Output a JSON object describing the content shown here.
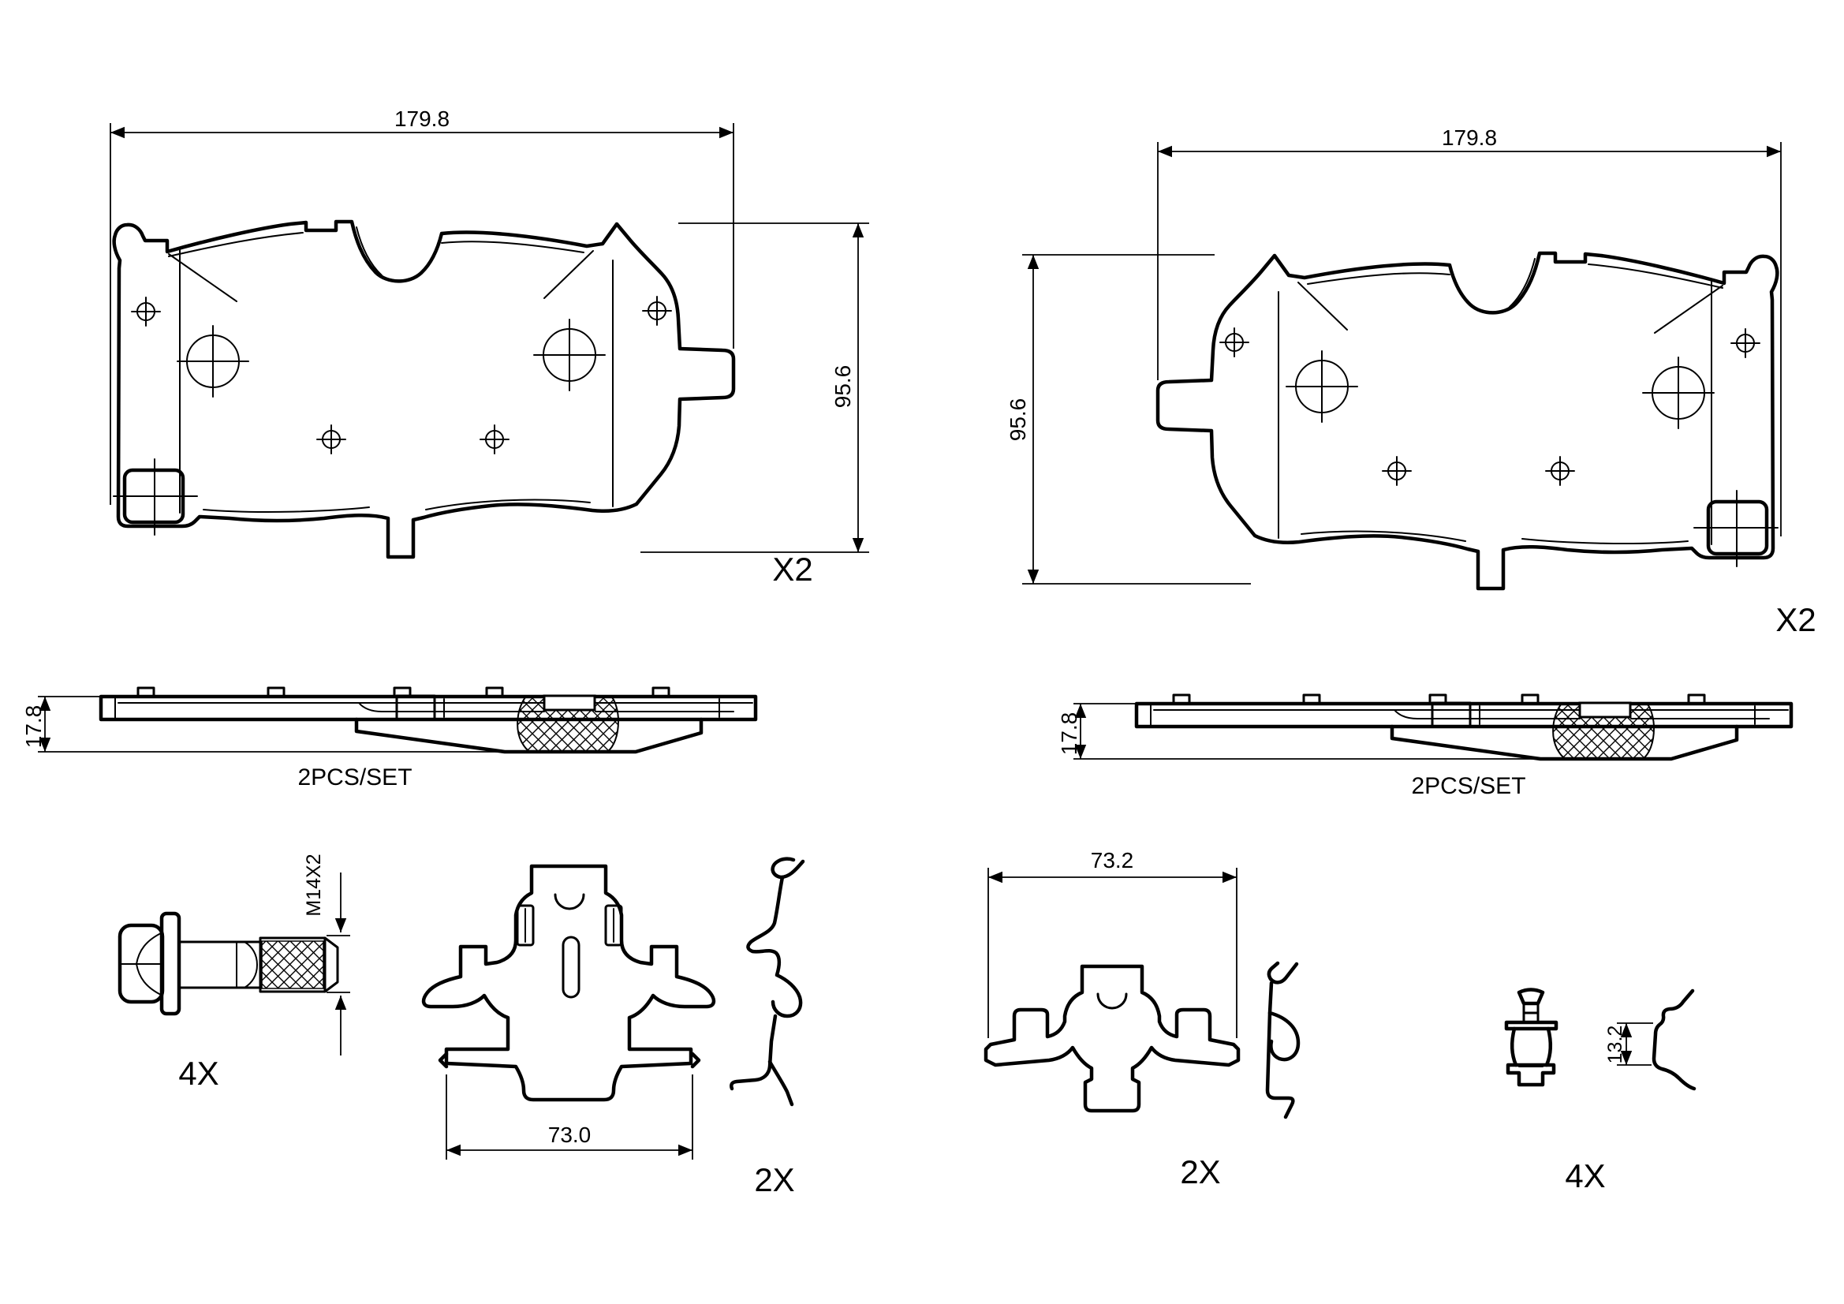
{
  "drawing": {
    "background": "#ffffff",
    "line_color": "#000000",
    "pad_front_view": {
      "width_label": "179.8",
      "height_label": "95.6",
      "quantity_label": "X2"
    },
    "pad_side_view": {
      "thickness_label": "17.8",
      "set_label": "2PCS/SET"
    },
    "hardware": {
      "guide_bolt": {
        "thread_label": "M14X2",
        "quantity_label": "4X"
      },
      "retainer_clip_a": {
        "width_label": "73.0",
        "quantity_label": "2X"
      },
      "retainer_clip_b": {
        "width_label": "73.2",
        "quantity_label": "2X"
      },
      "pin_and_clip": {
        "height_label": "13.2",
        "quantity_label": "4X"
      }
    }
  }
}
